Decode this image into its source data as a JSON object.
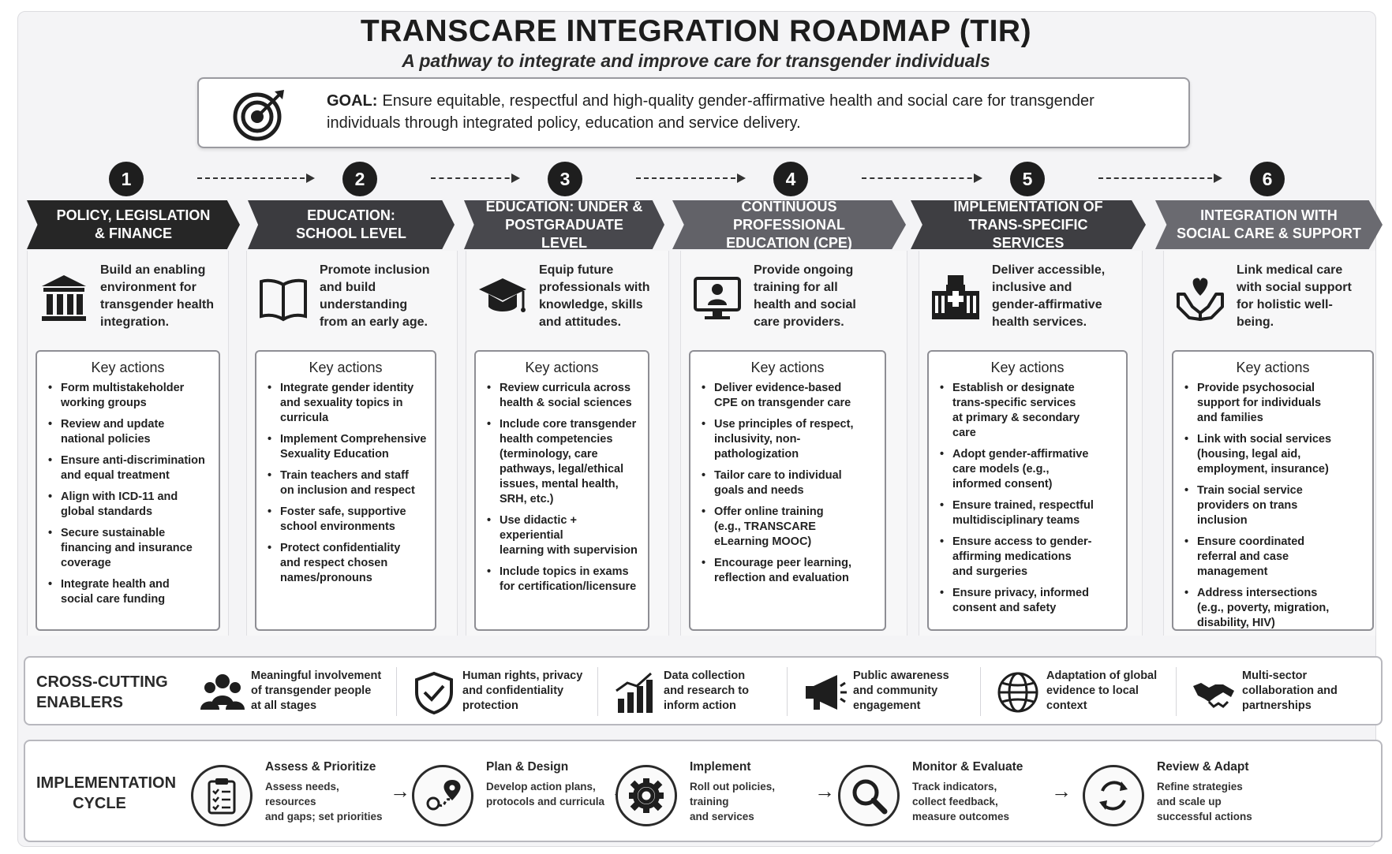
{
  "header": {
    "title": "TRANSCARE INTEGRATION ROADMAP (TIR)",
    "subtitle": "A pathway to integrate and improve care for transgender individuals"
  },
  "goal": {
    "label": "GOAL:",
    "text": "Ensure equitable, respectful and high-quality gender-affirmative health and social care for transgender individuals through integrated policy, education and service delivery.",
    "icon": "target-icon"
  },
  "steps": [
    {
      "number": "1",
      "title_lines": [
        "POLICY, LEGISLATION",
        "& FINANCE"
      ],
      "banner_color": "#262626",
      "icon": "building-icon",
      "description_lines": [
        "Build an enabling",
        "environment for",
        "transgender health",
        "integration."
      ],
      "key_actions_title": "Key actions",
      "actions": [
        [
          "Form multistakeholder",
          "working groups"
        ],
        [
          "Review and update",
          "national policies"
        ],
        [
          "Ensure anti-discrimination",
          "and equal treatment"
        ],
        [
          "Align with ICD-11 and",
          "global standards"
        ],
        [
          "Secure sustainable",
          "financing and insurance",
          "coverage"
        ],
        [
          "Integrate health and",
          "social care funding"
        ]
      ]
    },
    {
      "number": "2",
      "title_lines": [
        "EDUCATION:",
        "SCHOOL LEVEL"
      ],
      "banner_color": "#3b3b3f",
      "icon": "book-icon",
      "description_lines": [
        "Promote inclusion",
        "and build",
        "understanding",
        "from an early age."
      ],
      "key_actions_title": "Key actions",
      "actions": [
        [
          "Integrate gender identity",
          "and sexuality topics in",
          "curricula"
        ],
        [
          "Implement Comprehensive",
          "Sexuality Education"
        ],
        [
          "Train teachers and staff",
          "on inclusion and respect"
        ],
        [
          "Foster safe, supportive",
          "school environments"
        ],
        [
          "Protect confidentiality",
          "and respect chosen",
          "names/pronouns"
        ]
      ]
    },
    {
      "number": "3",
      "title_lines": [
        "EDUCATION: UNDER &",
        "POSTGRADUATE LEVEL"
      ],
      "banner_color": "#48484d",
      "icon": "graduation-cap-icon",
      "description_lines": [
        "Equip future",
        "professionals with",
        "knowledge, skills",
        "and attitudes."
      ],
      "key_actions_title": "Key actions",
      "actions": [
        [
          "Review curricula across",
          "health & social sciences"
        ],
        [
          "Include core transgender",
          "health competencies",
          "(terminology, care",
          "pathways, legal/ethical",
          "issues, mental health,",
          "SRH, etc.)"
        ],
        [
          "Use didactic + experiential",
          "learning with supervision"
        ],
        [
          "Include topics in exams",
          "for certification/licensure"
        ]
      ]
    },
    {
      "number": "4",
      "title_lines": [
        "CONTINUOUS PROFESSIONAL",
        "EDUCATION (CPE)"
      ],
      "banner_color": "#626268",
      "icon": "monitor-user-icon",
      "description_lines": [
        "Provide ongoing",
        "training for all",
        "health and social",
        "care providers."
      ],
      "key_actions_title": "Key actions",
      "actions": [
        [
          "Deliver evidence-based",
          "CPE on transgender care"
        ],
        [
          "Use principles of respect,",
          "inclusivity, non-",
          "pathologization"
        ],
        [
          "Tailor care to individual",
          "goals and needs"
        ],
        [
          "Offer online training",
          "(e.g., TRANSCARE",
          "eLearning MOOC)"
        ],
        [
          "Encourage peer learning,",
          "reflection and evaluation"
        ]
      ]
    },
    {
      "number": "5",
      "title_lines": [
        "IMPLEMENTATION OF",
        "TRANS-SPECIFIC SERVICES"
      ],
      "banner_color": "#3e3e42",
      "icon": "hospital-icon",
      "description_lines": [
        "Deliver accessible,",
        "inclusive and",
        "gender-affirmative",
        "health services."
      ],
      "key_actions_title": "Key actions",
      "actions": [
        [
          "Establish or designate",
          "trans-specific services",
          "at primary & secondary",
          "care"
        ],
        [
          "Adopt gender-affirmative",
          "care models (e.g.,",
          "informed consent)"
        ],
        [
          "Ensure trained, respectful",
          "multidisciplinary teams"
        ],
        [
          "Ensure access to gender-",
          "affirming medications",
          "and surgeries"
        ],
        [
          "Ensure privacy, informed",
          "consent and safety"
        ]
      ]
    },
    {
      "number": "6",
      "title_lines": [
        "INTEGRATION WITH",
        "SOCIAL CARE & SUPPORT"
      ],
      "banner_color": "#6a6a70",
      "icon": "heart-hands-icon",
      "description_lines": [
        "Link medical care",
        "with social support",
        "for holistic well-",
        "being."
      ],
      "key_actions_title": "Key actions",
      "actions": [
        [
          "Provide psychosocial",
          "support for individuals",
          "and families"
        ],
        [
          "Link with social services",
          "(housing, legal aid,",
          "employment, insurance)"
        ],
        [
          "Train social service",
          "providers on trans",
          "inclusion"
        ],
        [
          "Ensure coordinated",
          "referral and case",
          "management"
        ],
        [
          "Address intersections",
          "(e.g., poverty, migration,",
          "disability, HIV)"
        ]
      ]
    }
  ],
  "enablers": {
    "label_lines": [
      "CROSS-CUTTING",
      "ENABLERS"
    ],
    "items": [
      {
        "icon": "people-group-icon",
        "lines": [
          "Meaningful involvement",
          "of transgender people",
          "at all stages"
        ]
      },
      {
        "icon": "shield-check-icon",
        "lines": [
          "Human rights, privacy",
          "and confidentiality",
          "protection"
        ]
      },
      {
        "icon": "bar-chart-icon",
        "lines": [
          "Data collection",
          "and research to",
          "inform action"
        ]
      },
      {
        "icon": "megaphone-icon",
        "lines": [
          "Public awareness",
          "and community",
          "engagement"
        ]
      },
      {
        "icon": "globe-icon",
        "lines": [
          "Adaptation of global",
          "evidence to local",
          "context"
        ]
      },
      {
        "icon": "handshake-icon",
        "lines": [
          "Multi-sector",
          "collaboration and",
          "partnerships"
        ]
      }
    ]
  },
  "cycle": {
    "label_lines": [
      "IMPLEMENTATION",
      "CYCLE"
    ],
    "arrow": "→",
    "items": [
      {
        "icon": "clipboard-icon",
        "title": "Assess & Prioritize",
        "lines": [
          "Assess needs, resources",
          "and gaps; set priorities"
        ]
      },
      {
        "icon": "route-pin-icon",
        "title": "Plan & Design",
        "lines": [
          "Develop action plans,",
          "protocols and curricula"
        ]
      },
      {
        "icon": "gear-icon",
        "title": "Implement",
        "lines": [
          "Roll out policies, training",
          "and services"
        ]
      },
      {
        "icon": "magnifier-icon",
        "title": "Monitor & Evaluate",
        "lines": [
          "Track indicators,",
          "collect feedback,",
          "measure outcomes"
        ]
      },
      {
        "icon": "refresh-cycle-icon",
        "title": "Review & Adapt",
        "lines": [
          "Refine strategies",
          "and scale up",
          "successful actions"
        ]
      }
    ]
  }
}
